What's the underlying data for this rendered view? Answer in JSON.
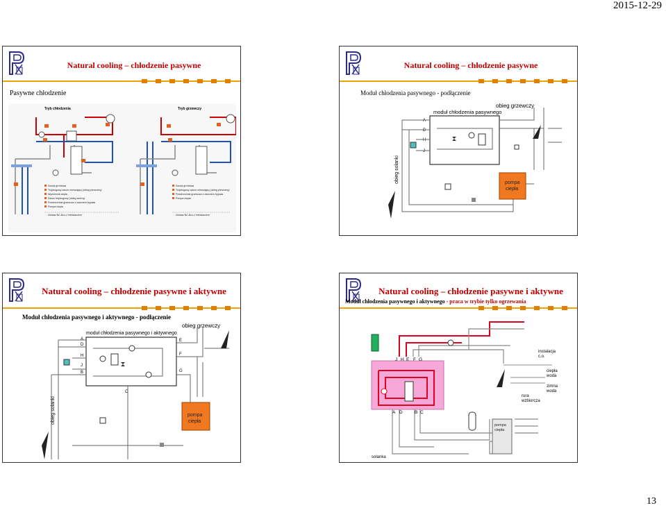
{
  "header": {
    "date": "2015-12-29"
  },
  "footer": {
    "page_number": "13"
  },
  "slides": [
    {
      "title": "Natural cooling – chłodzenie pasywne",
      "subtitle": "Pasywne chłodzenie",
      "diagram": {
        "mode_cooling": "Tryb chłodzenia",
        "mode_heating": "Tryb grzewczy",
        "legend_left": [
          "Sonda gruntowa",
          "Trójdrogowy zawór mieszający (obieg pierwotny)",
          "Wymiennik ciepła",
          "Zawór trójdrogowy (obieg wtórny)",
          "Powierzchnia grzewcza z zaworem bypass",
          "Pompa ciepła"
        ],
        "legend_right": [
          "Sonda gruntowa",
          "Trójdrogowy zawór mieszający (obieg pierwotny)",
          "Powierzchnia grzewcza z zaworem bypass",
          "Pompa ciepła"
        ],
        "footer_left": "Zestaw NC-Box z mieszaczem",
        "footer_right": "Zestaw NC-Box z mieszaczem"
      }
    },
    {
      "title": "Natural cooling – chłodzenie pasywne",
      "subtitle": "Moduł chłodzenia pasywnego - podłączenie",
      "diagram": {
        "heating_circuit": "obieg grzewczy",
        "module": "moduł chłodzenia pasywnego",
        "brine_circuit": "obieg solanki",
        "heat_pump": "pompa ciepła",
        "ports": [
          "A",
          "B",
          "H",
          "J"
        ]
      }
    },
    {
      "title": "Natural cooling – chłodzenie pasywne i aktywne",
      "subtitle": "Moduł chłodzenia pasywnego i aktywnego - podłączenie",
      "diagram": {
        "heating_circuit": "obieg grzewczy",
        "module": "moduł chłodzenia pasywnego i aktywnego",
        "brine_circuit": "obieg solanki",
        "heat_pump": "pompa ciepła",
        "ports": [
          "A",
          "D",
          "E",
          "H",
          "F",
          "J",
          "B",
          "G",
          "C"
        ]
      }
    },
    {
      "title": "Natural cooling – chłodzenie pasywne i aktywne",
      "subtitle": "Moduł chłodzenia pasywnego i aktywnego",
      "subtitle_mode": "- praca w trybie tylko ogrzewania",
      "diagram": {
        "installation": "instalacja c.o.",
        "hot_water": "ciepła woda",
        "cold_water": "zimna woda",
        "circulation": "rura wzbiorcza",
        "heat_pump": "pompa ciepła",
        "brine": "solanka",
        "ports_top": [
          "J",
          "H",
          "E",
          "F",
          "G"
        ],
        "ports_bottom": [
          "A",
          "D",
          "B",
          "C"
        ]
      }
    }
  ]
}
